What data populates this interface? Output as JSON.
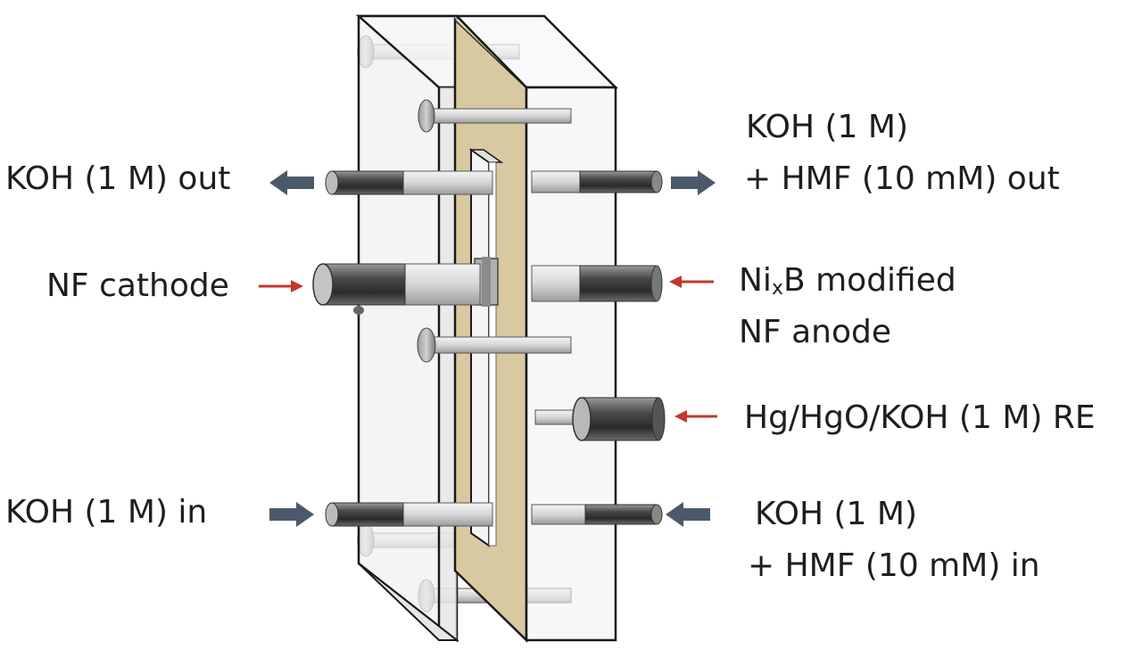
{
  "labels": {
    "left_out": "KOH (1 M) out",
    "cathode": "NF cathode",
    "left_in": "KOH (1 M) in",
    "right_out_line1": "KOH (1 M)",
    "right_out_line2": "+ HMF (10 mM) out",
    "anode_prefix": "Ni",
    "anode_subscript": "x",
    "anode_suffix": "B modified",
    "anode_line2": "NF anode",
    "reference": "Hg/HgO/KOH (1 M) RE",
    "right_in_line1": "KOH (1 M)",
    "right_in_line2": "+ HMF (10 mM) in"
  },
  "colors": {
    "flow_arrow": "#4a5a6a",
    "pointer_arrow": "#c0392b",
    "membrane": "#d8c9a0",
    "cell_body": "#ececec",
    "outline": "#1a1a1a"
  }
}
